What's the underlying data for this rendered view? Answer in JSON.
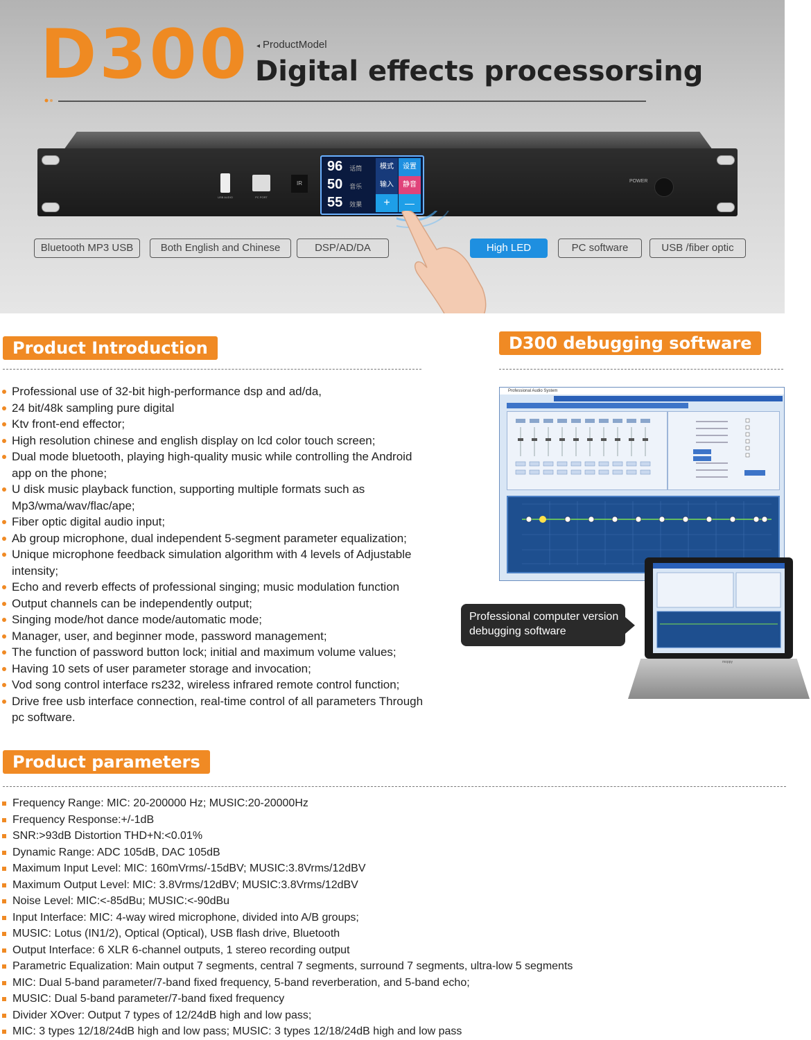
{
  "hero": {
    "model": "D300",
    "model_label": "ProductModel",
    "tagline": "Digital effects processorsing",
    "lcd": {
      "rows": [
        {
          "value": "96",
          "label": "话筒"
        },
        {
          "value": "50",
          "label": "音乐"
        },
        {
          "value": "55",
          "label": "效果"
        }
      ],
      "buttons": [
        "模式",
        "设置",
        "输入",
        "静音",
        "+",
        "—"
      ]
    },
    "ports": {
      "usb_label": "USB AUDIO",
      "pc_label": "PC PORT",
      "ir": "IR",
      "power": "POWER"
    },
    "features": [
      "Bluetooth MP3 USB",
      "Both English and Chinese",
      "DSP/AD/DA",
      "High LED",
      "PC software",
      "USB /fiber optic"
    ]
  },
  "intro": {
    "heading": "Product Introduction",
    "items": [
      "Professional use of 32-bit high-performance dsp and ad/da,",
      "24 bit/48k sampling pure digital",
      "Ktv front-end effector;",
      "High resolution chinese and english display on lcd color touch screen;",
      "Dual mode bluetooth, playing high-quality music while controlling the Android app on the phone;",
      "U disk music playback function, supporting multiple formats such as Mp3/wma/wav/flac/ape;",
      "Fiber optic digital audio input;",
      "Ab group microphone, dual independent 5-segment parameter equalization;",
      "Unique microphone feedback simulation algorithm with 4 levels of Adjustable intensity;",
      "Echo and reverb effects of professional singing; music modulation function",
      "Output channels can be independently output;",
      "Singing mode/hot dance mode/automatic mode;",
      "Manager, user, and beginner mode, password management;",
      "The function of password button lock; initial and maximum volume values;",
      "Having 10 sets of user parameter storage and invocation;",
      "Vod song control interface rs232, wireless infrared remote control function;",
      "Drive free usb interface connection, real-time control of all parameters Through pc software."
    ]
  },
  "software": {
    "heading": "D300 debugging software",
    "window_title": "Professional Audio System",
    "callout": "Professional computer version debugging software",
    "laptop_brand": "moppy"
  },
  "params": {
    "heading": "Product parameters",
    "items": [
      "Frequency Range: MIC: 20-200000 Hz; MUSIC:20-20000Hz",
      "Frequency Response:+/-1dB",
      "SNR:>93dB Distortion THD+N:<0.01%",
      "Dynamic Range: ADC 105dB, DAC 105dB",
      "Maximum Input Level: MIC: 160mVrms/-15dBV; MUSIC:3.8Vrms/12dBV",
      "Maximum Output Level: MIC: 3.8Vrms/12dBV; MUSIC:3.8Vrms/12dBV",
      "Noise Level: MIC:<-85dBu; MUSIC:<-90dBu",
      "Input Interface: MIC: 4-way wired microphone, divided into A/B groups;",
      "MUSIC: Lotus (IN1/2), Optical (Optical), USB flash drive, Bluetooth",
      "Output Interface: 6 XLR 6-channel outputs, 1 stereo recording output",
      "Parametric Equalization: Main output 7 segments, central 7 segments, surround 7 segments, ultra-low 5 segments",
      "MIC: Dual 5-band parameter/7-band fixed frequency, 5-band reverberation, and 5-band echo;",
      "MUSIC: Dual 5-band parameter/7-band fixed frequency",
      "Divider XOver: Output 7 types of 12/24dB high and low pass;",
      "MIC: 3 types 12/18/24dB high and low pass; MUSIC: 3 types 12/18/24dB high and low pass"
    ]
  },
  "colors": {
    "accent": "#f08a24",
    "highlight": "#1e8fe0",
    "dark": "#222222"
  }
}
